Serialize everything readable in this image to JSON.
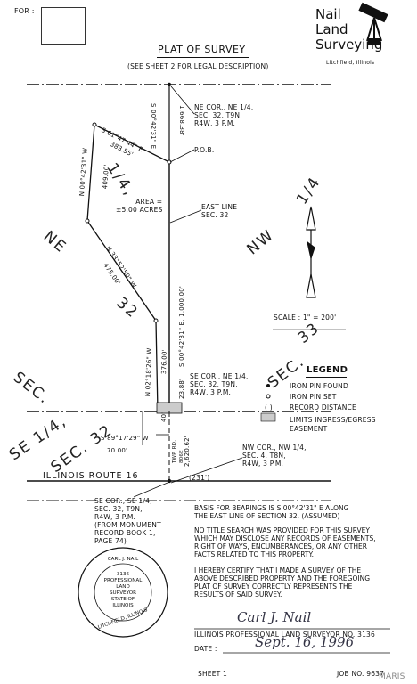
{
  "header": {
    "for_label": "FOR :",
    "logo_line1": "Nail",
    "logo_line2": "Land",
    "logo_line3": "Surveying",
    "logo_location": "Litchfield, Illinois",
    "title": "PLAT OF SURVEY",
    "subtitle": "(SEE SHEET 2 FOR LEGAL DESCRIPTION)"
  },
  "labels": {
    "ne_corner": [
      "NE COR., NE 1/4,",
      "SEC. 32, T9N,",
      "R4W, 3 P.M."
    ],
    "bearing_north_leg": "S 00°42'31\" E",
    "distance_north_leg": "1,668.38'",
    "bearing_top": "S 61°47'44\" E",
    "distance_top": "383.55'",
    "pob": "P.O.B.",
    "bearing_west_top": "N 00°42'31\" W",
    "distance_west_top": "409.00'",
    "fraction_14": "1/4,",
    "area_1": "AREA =",
    "area_2": "±5.00 ACRES",
    "east_line_1": "EAST LINE",
    "east_line_2": "SEC. 32",
    "bearing_diag": "N 33°52'50\" W",
    "distance_diag": "475.00'",
    "bearing_east": "S 00°42'31\" E, 1,000.00'",
    "bearing_west_low": "N 02°18'26\" W",
    "distance_west_low": "376.00'",
    "scale": "SCALE : 1\" = 200'",
    "se_corner_ne": [
      "SE COR., NE 1/4,",
      "SEC. 32, T9N,",
      "R4W, 3 P.M."
    ],
    "dist_2388": "23.88'",
    "dist_40": "40'",
    "bearing_south": "S 89°17'29\" W",
    "distance_south": "70.00'",
    "twp_rd": "TWP. RD.",
    "twp_rd_num": "806E",
    "dist_262062": "2,620.62'",
    "nw_corner": [
      "NW COR., NW 1/4,",
      "SEC. 4, T8N,",
      "R4W, 3 P.M."
    ],
    "road": "ILLINOIS   ROUTE   16",
    "road_dist": "(231')",
    "se_corner_se": [
      "SE COR., SE 1/4,",
      "SEC. 32, T9N,",
      "R4W, 3 P.M.",
      "(FROM MONUMENT",
      "RECORD BOOK 1,",
      "PAGE 74)"
    ]
  },
  "section_text": {
    "ne": "NE",
    "nw": "NW",
    "num32": "32",
    "num33": "33",
    "fourteen_right": "1/4",
    "sec_left": "SEC.",
    "sec_right": "SEC.",
    "se14": "SE 1/4,",
    "sec32": "SEC. 32"
  },
  "legend": {
    "title": "LEGEND",
    "items": [
      {
        "symbol": "•",
        "text": "IRON PIN FOUND"
      },
      {
        "symbol": "o",
        "text": "IRON PIN SET"
      },
      {
        "symbol": "( )",
        "text": "RECORD DISTANCE"
      },
      {
        "symbol": "-",
        "text": "LIMITS INGRESS/EGRESS"
      },
      {
        "symbol": "",
        "text": "EASEMENT"
      }
    ]
  },
  "notes": {
    "basis": "BASIS FOR BEARINGS IS S 00°42'31\" E ALONG\nTHE EAST LINE OF SECTION 32. (ASSUMED)",
    "title_search": "NO TITLE SEARCH WAS PROVIDED FOR THIS SURVEY\nWHICH MAY DISCLOSE ANY RECORDS OF EASEMENTS,\nRIGHT OF WAYS, ENCUMBERANCES, OR ANY OTHER\nFACTS RELATED TO THIS PROPERTY.",
    "certify": "I HEREBY CERTIFY THAT I MADE A SURVEY OF THE\nABOVE DESCRIBED PROPERTY AND THE FOREGOING\nPLAT OF SURVEY CORRECTLY REPRESENTS THE\nRESULTS OF SAID SURVEY.",
    "surveyor_line": "ILLINOIS PROFESSIONAL LAND SURVEYOR NO. 3136",
    "date_label": "DATE :",
    "signature": "Carl J. Nail",
    "date_handwritten": "Sept. 16, 1996"
  },
  "seal": {
    "name": "CARL J. NAIL",
    "lines": [
      "3136",
      "PROFESSIONAL",
      "LAND",
      "SURVEYOR",
      "STATE OF",
      "ILLINOIS"
    ],
    "city": "LITCHFIELD, ILLINOIS"
  },
  "footer": {
    "sheet": "SHEET 1",
    "job": "JOB NO. 9637",
    "watermark": "MARIS"
  }
}
